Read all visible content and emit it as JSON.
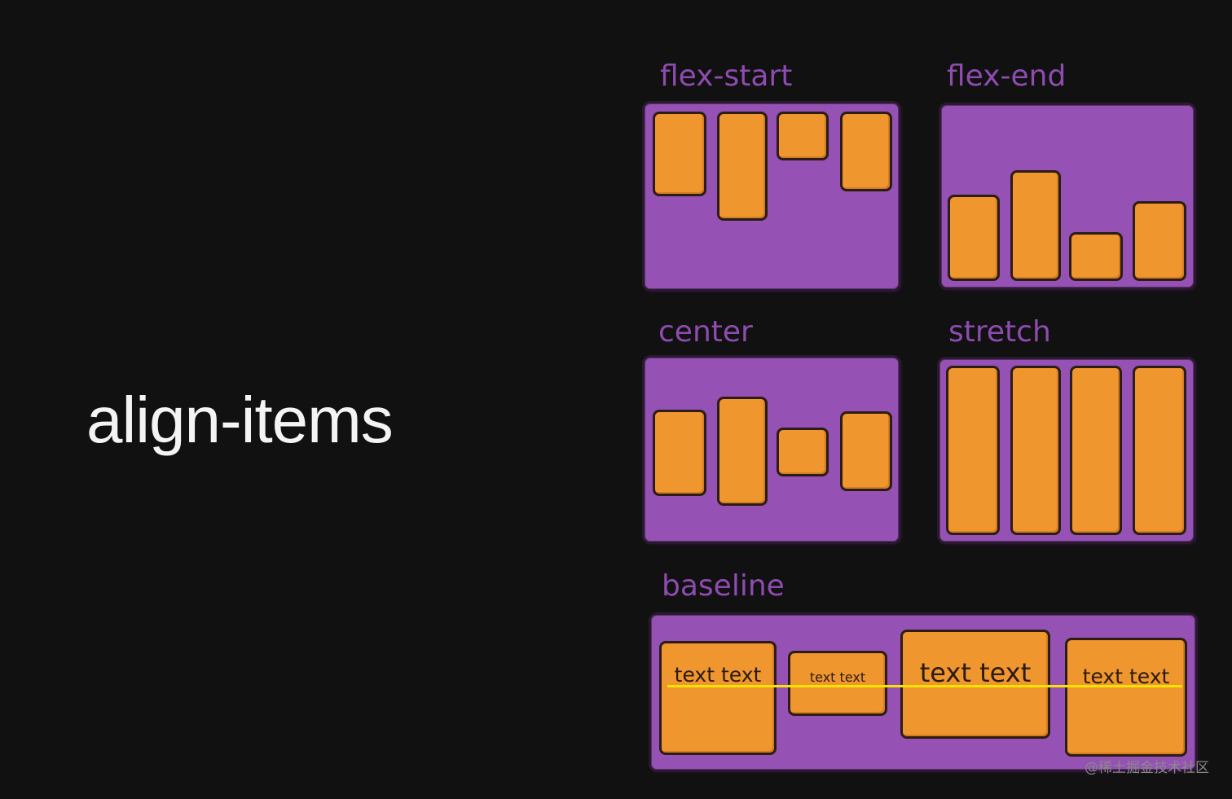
{
  "title": "align-items",
  "panels": {
    "flex_start": {
      "label": "flex-start"
    },
    "flex_end": {
      "label": "flex-end"
    },
    "center": {
      "label": "center"
    },
    "stretch": {
      "label": "stretch"
    },
    "baseline": {
      "label": "baseline",
      "items": [
        "text text",
        "text text",
        "text text",
        "text text"
      ]
    }
  },
  "colors": {
    "background": "#111111",
    "container": "#9551b3",
    "item": "#f0962f",
    "label": "#8e4bb0",
    "baseline_guide": "#f5e400",
    "title": "#f4f4f4"
  },
  "watermark": "@稀土掘金技术社区"
}
